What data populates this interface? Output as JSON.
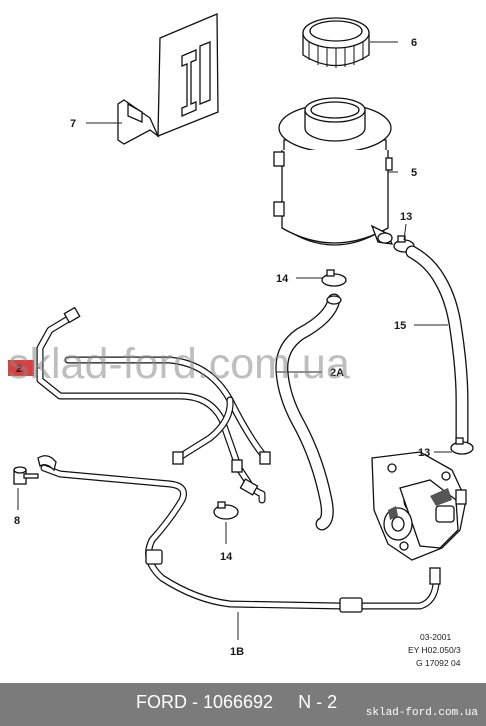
{
  "callouts": {
    "c6": "6",
    "c7": "7",
    "c5": "5",
    "c13a": "13",
    "c14a": "14",
    "c15": "15",
    "c2": "2",
    "c2a": "2A",
    "c13b": "13",
    "c8": "8",
    "c14b": "14",
    "c1b": "1B"
  },
  "reference": {
    "line1": "03-2001",
    "line2": "EY H02.050/3",
    "line3": "G 17092 04"
  },
  "watermark": "sklad-ford.com.ua",
  "footer": {
    "title": "FORD - 1066692     N - 2",
    "site": "sklad-ford.com.ua"
  },
  "colors": {
    "footer_bg": "#7b7b7b",
    "callout_2_bg": "#d94040"
  }
}
